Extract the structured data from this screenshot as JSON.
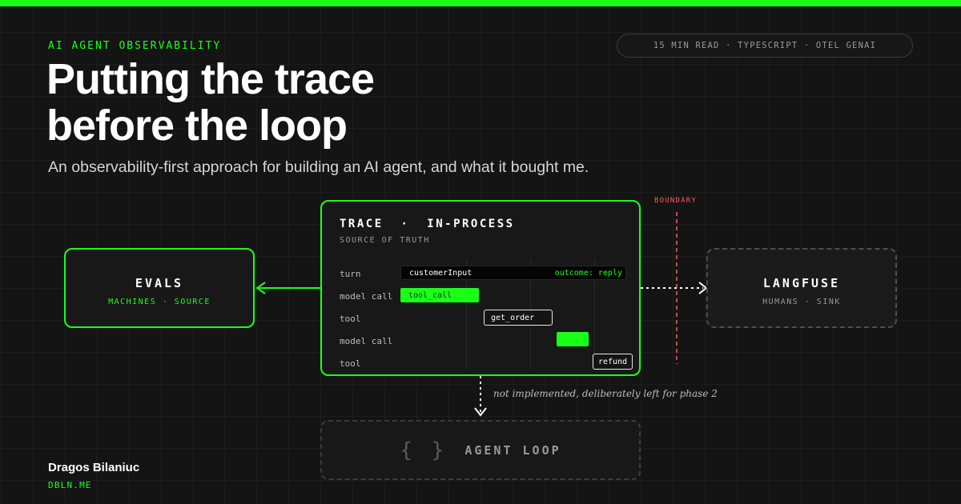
{
  "header": {
    "kicker": "AI AGENT OBSERVABILITY",
    "meta": "15 MIN READ · TYPESCRIPT · OTEL GENAI",
    "title_lines": [
      "Putting the trace",
      "before the loop"
    ],
    "subtitle": "An observability-first approach for building an AI agent, and what it bought me."
  },
  "diagram": {
    "evals": {
      "name": "EVALS",
      "sub": "MACHINES · SOURCE"
    },
    "trace": {
      "title": "TRACE  ·  IN-PROCESS",
      "sub": "SOURCE OF TRUTH",
      "rows": [
        "turn",
        "model call",
        "tool",
        "model call",
        "tool"
      ],
      "spans": {
        "turn_left": "customerInput",
        "turn_right": "outcome: reply",
        "tool_call": "tool_call",
        "get_order": "get_order",
        "refund": "refund"
      }
    },
    "langfuse": {
      "name": "LANGFUSE",
      "sub": "HUMANS · SINK"
    },
    "boundary": "BOUNDARY",
    "note": "not implemented, deliberately left for phase 2",
    "agent_loop": {
      "brace": "{ }",
      "name": "AGENT LOOP"
    }
  },
  "footer": {
    "author": "Dragos Bilaniuc",
    "site": "DBLN.ME"
  },
  "colors": {
    "accent": "#1aff1a",
    "boundary": "#ff5b5b",
    "background": "#141414"
  }
}
